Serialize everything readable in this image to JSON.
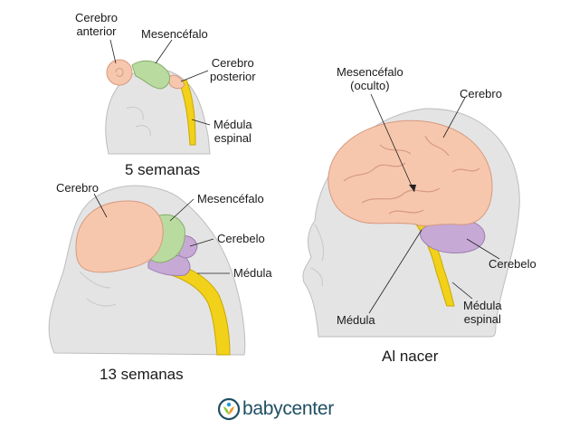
{
  "stage_5_weeks": {
    "caption": "5 semanas",
    "labels": {
      "anterior_brain": [
        "Cerebro",
        "anterior"
      ],
      "midbrain": "Mesencéfalo",
      "posterior_brain": [
        "Cerebro",
        "posterior"
      ],
      "spinal_cord": [
        "Médula",
        "espinal"
      ]
    }
  },
  "stage_13_weeks": {
    "caption": "13 semanas",
    "labels": {
      "cerebrum": "Cerebro",
      "midbrain": "Mesencéfalo",
      "cerebellum": "Cerebelo",
      "medulla": "Médula"
    }
  },
  "stage_birth": {
    "caption": "Al nacer",
    "labels": {
      "midbrain_hidden": [
        "Mesencéfalo",
        "(oculto)"
      ],
      "cerebrum": "Cerebro",
      "cerebellum": "Cerebelo",
      "medulla": "Médula",
      "spinal_cord": [
        "Médula",
        "espinal"
      ]
    }
  },
  "brand": {
    "name": "babycenter"
  },
  "colors": {
    "head_silhouette": "#e4e4e4",
    "forebrain": "#f7c7ad",
    "midbrain": "#b9dba0",
    "cerebellum": "#c7a9d6",
    "spinal_cord": "#f2d11a",
    "brand_text": "#1f4f63"
  }
}
